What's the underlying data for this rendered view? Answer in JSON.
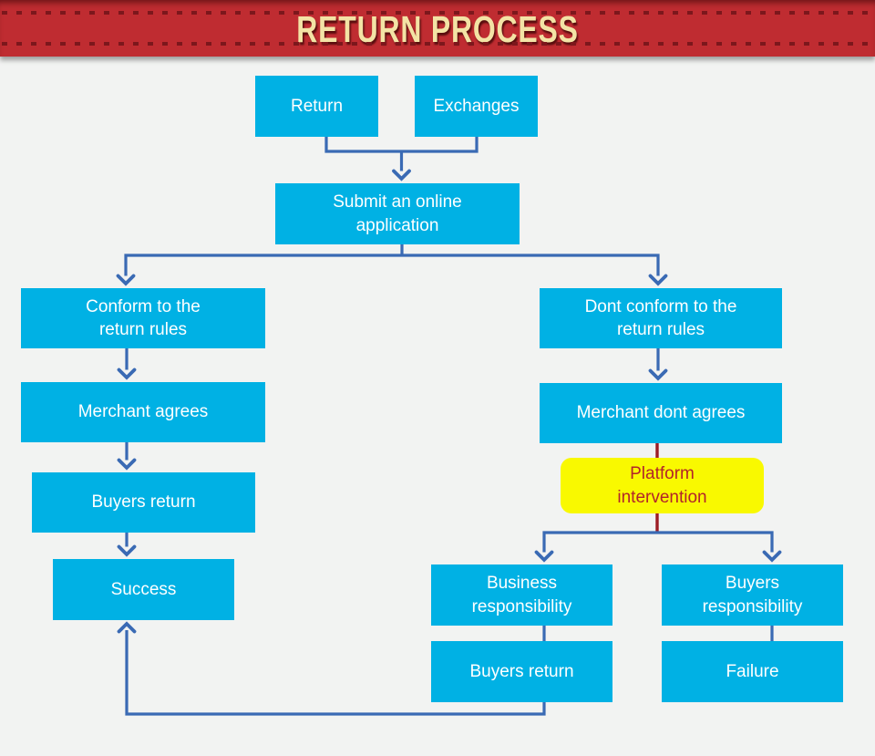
{
  "banner": {
    "title": "RETURN PROCESS"
  },
  "colors": {
    "page_bg": "#f2f3f2",
    "banner_bg": "#bf2c31",
    "banner_dash": "#7c171c",
    "banner_text": "#f3e3a5",
    "node_bg": "#00b1e4",
    "node_text": "#ffffff",
    "highlight_bg": "#f9f900",
    "highlight_text": "#b2242a",
    "connector": "#3a6ab4",
    "connector_alt": "#9c1c24"
  },
  "nodes": {
    "return": {
      "label": "Return"
    },
    "exchanges": {
      "label": "Exchanges"
    },
    "submit": {
      "label": "Submit an online\napplication"
    },
    "conform": {
      "label": "Conform to the\nreturn rules"
    },
    "dont_conform": {
      "label": "Dont conform to the\nreturn rules"
    },
    "merchant_agrees": {
      "label": "Merchant agrees"
    },
    "merchant_dont_agrees": {
      "label": "Merchant dont agrees"
    },
    "platform_intervention": {
      "label": "Platform\nintervention"
    },
    "buyers_return_left": {
      "label": "Buyers return"
    },
    "success": {
      "label": "Success"
    },
    "business_responsibility": {
      "label": "Business\nresponsibility"
    },
    "buyers_responsibility": {
      "label": "Buyers\nresponsibility"
    },
    "buyers_return_right": {
      "label": "Buyers return"
    },
    "failure": {
      "label": "Failure"
    }
  }
}
